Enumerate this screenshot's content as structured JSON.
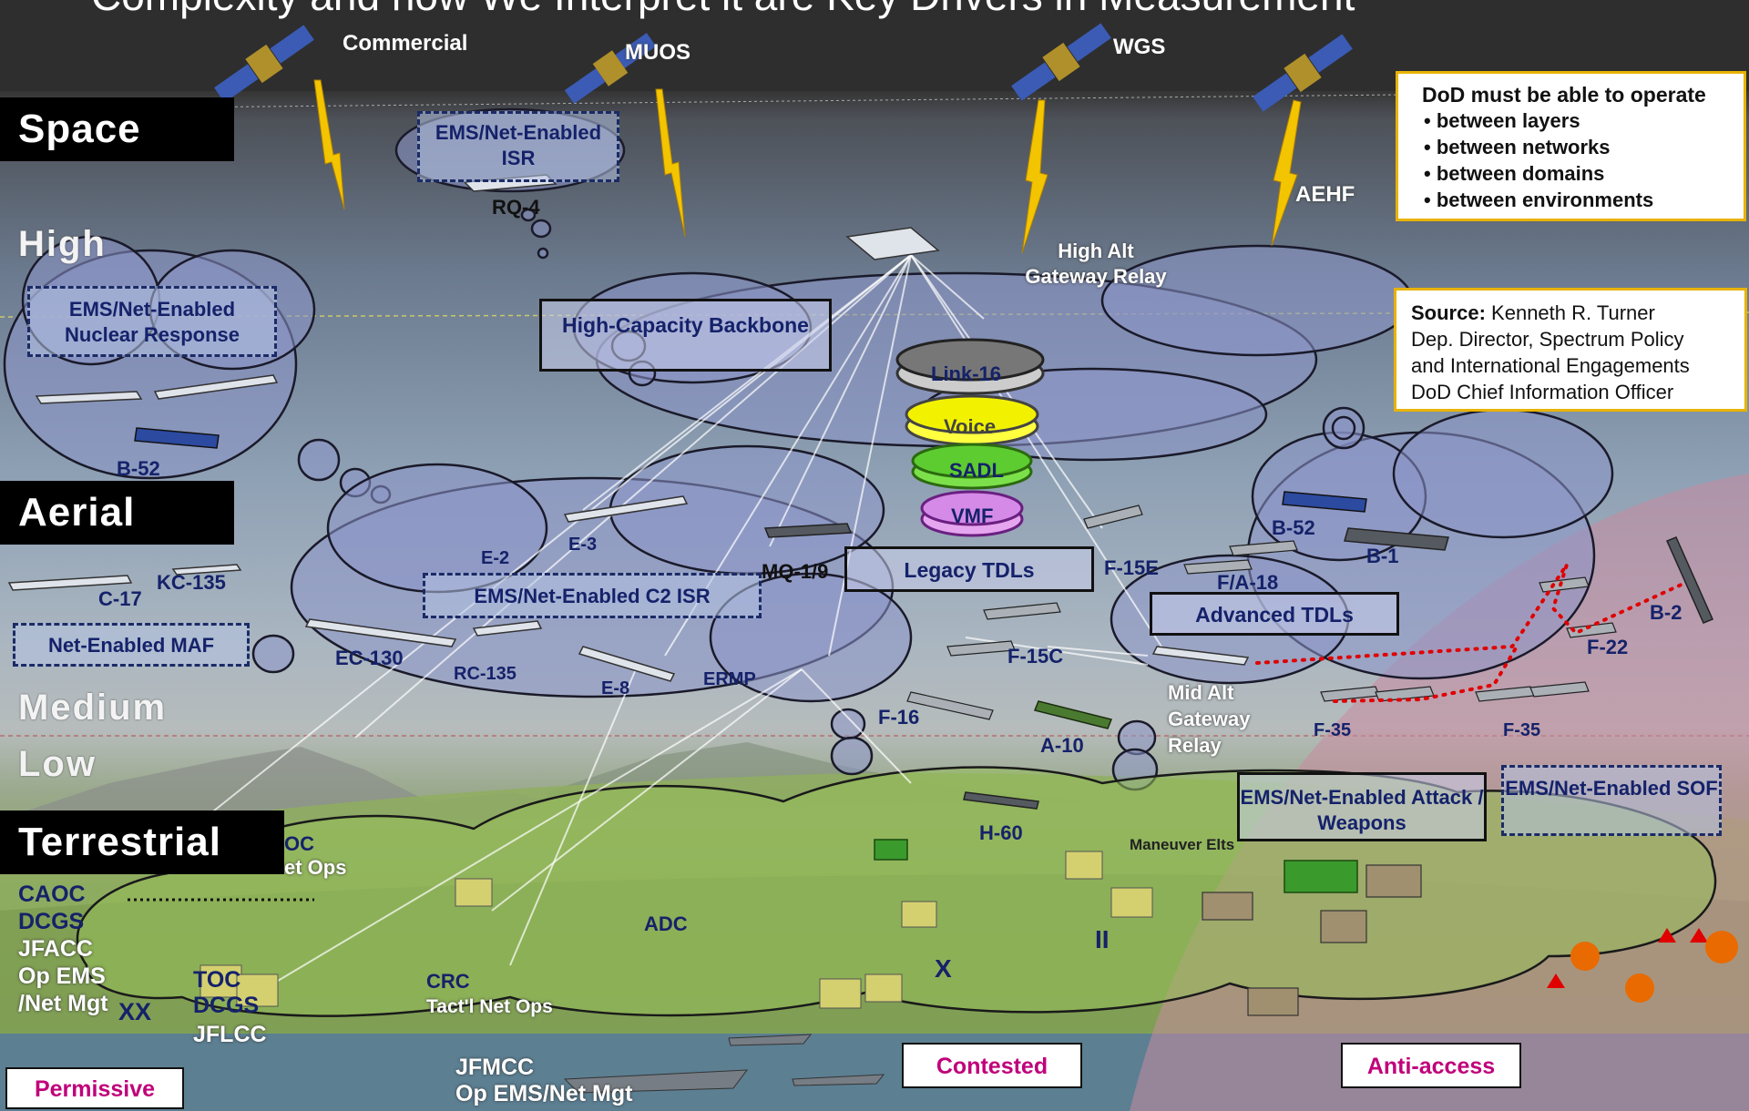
{
  "header": {
    "title": "Complexity and how We Interpret it are Key Drivers in Measurement"
  },
  "layers": {
    "space": "Space",
    "aerial": "Aerial",
    "terrestrial": "Terrestrial"
  },
  "altitudes": {
    "high": "High",
    "medium": "Medium",
    "low": "Low"
  },
  "satellites": [
    {
      "name": "Commercial"
    },
    {
      "name": "MUOS"
    },
    {
      "name": "WGS"
    },
    {
      "name": "AEHF"
    }
  ],
  "ops_box": {
    "heading": "DoD must be able to operate",
    "items": [
      "• between layers",
      "• between networks",
      "• between domains",
      "• between environments"
    ]
  },
  "source_box": {
    "label": "Source:",
    "author": "Kenneth R. Turner",
    "lines": [
      "Dep. Director, Spectrum Policy",
      "and International Engagements",
      "DoD Chief Information Officer"
    ]
  },
  "capability_boxes": {
    "isr_space": "EMS/Net-Enabled ISR",
    "nuclear": "EMS/Net-Enabled Nuclear Response",
    "backbone": "High-Capacity Backbone",
    "c2_isr": "EMS/Net-Enabled C2 ISR",
    "maf": "Net-Enabled MAF",
    "legacy_tdls": "Legacy TDLs",
    "advanced_tdls": "Advanced TDLs",
    "attack": "EMS/Net-Enabled Attack / Weapons",
    "sof": "EMS/Net-Enabled SOF"
  },
  "datalinks": [
    "Link-16",
    "Voice",
    "SADL",
    "VMF"
  ],
  "relays": {
    "high": "High Alt Gateway Relay",
    "mid": "Mid Alt Gateway Relay"
  },
  "aircraft": {
    "rq4": "RQ-4",
    "b52_left": "B-52",
    "e2": "E-2",
    "e3": "E-3",
    "mq19": "MQ-1/9",
    "c17": "C-17",
    "kc135": "KC-135",
    "ec130": "EC-130",
    "rc135": "RC-135",
    "e8": "E-8",
    "ermp": "ERMP",
    "f15e": "F-15E",
    "f15c": "F-15C",
    "f16": "F-16",
    "a10": "A-10",
    "b52_right": "B-52",
    "b1": "B-1",
    "fa18": "F/A-18",
    "b2": "B-2",
    "f22": "F-22",
    "f35a": "F-35",
    "f35b": "F-35",
    "h60": "H-60"
  },
  "ground": {
    "caoc": "CAOC",
    "dcgs1": "DCGS",
    "jfacc": "JFACC",
    "opems": "Op EMS",
    "netmgt": "/Net Mgt",
    "xx": "XX",
    "toc": "TOC",
    "dcgs2": "DCGS",
    "jflcc": "JFLCC",
    "toc_top": "OC",
    "netops_top": "et Ops",
    "crc": "CRC",
    "tact_net_ops": "Tact'l Net Ops",
    "adc": "ADC",
    "x": "X",
    "ii": "II",
    "maneuver": "Maneuver Elts",
    "jfmcc": "JFMCC",
    "jfmcc_ops": "Op EMS/Net Mgt"
  },
  "zones": {
    "permissive": "Permissive",
    "contested": "Contested",
    "antiaccess": "Anti-access"
  },
  "colors": {
    "navy_text": "#15226a",
    "zone_text": "#c0007a",
    "ops_border": "#e8b300",
    "route": "#e00000"
  }
}
